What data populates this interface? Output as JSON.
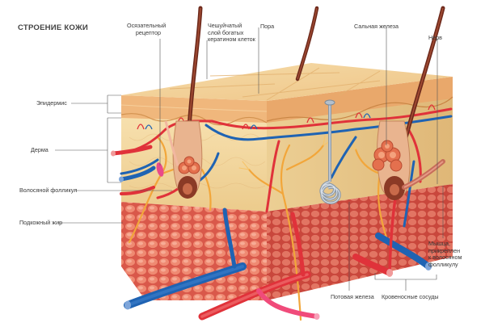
{
  "title": "СТРОЕНИЕ КОЖИ",
  "labels": {
    "epidermis": "Эпидермис",
    "dermis": "Дерма",
    "follicle": "Волосяной фолликул",
    "fat": "Подкожный жир",
    "receptor_1": "Осязательный",
    "receptor_2": "рецептор",
    "scaly_1": "Чешуйчатый",
    "scaly_2": "слой богатых",
    "scaly_3": "кератином клеток",
    "pore": "Пора",
    "sebaceous": "Сальная железа",
    "nerve": "Нерв",
    "muscle_1": "Мышца,",
    "muscle_2": "прикреплен",
    "muscle_3": "к волосяном",
    "muscle_4": "фолликулу",
    "sweat": "Потовая железа",
    "vessels": "Кровеносные сосуды"
  },
  "colors": {
    "epidermis_top": "#f3cf95",
    "dermis": "#f4d9a4",
    "fat": "#e8745f",
    "artery": "#e3323a",
    "vein": "#1f63b3",
    "nerve": "#f0a432",
    "hair": "#7a2f1f"
  }
}
